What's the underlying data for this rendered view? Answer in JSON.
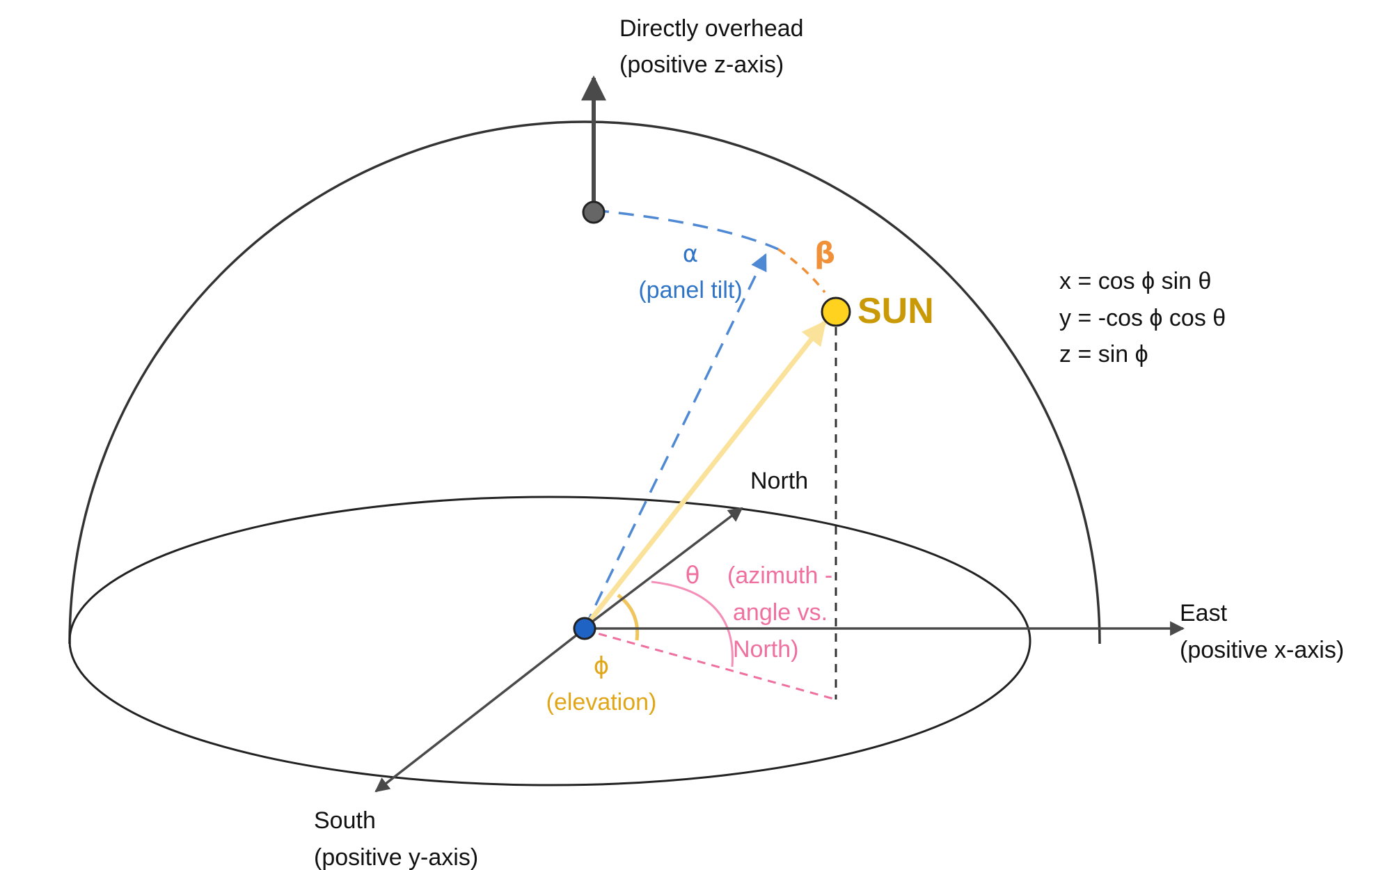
{
  "colors": {
    "axis": "#4a4a4a",
    "outline": "#333333",
    "tilt_blue": "#4f89d4",
    "tilt_text": "#2f74c6",
    "sun_fill": "#ffd21f",
    "sun_text": "#c99a06",
    "sun_ray": "#fbe29a",
    "beta_orange": "#f0913a",
    "azimuth_pink": "#ef6f9f",
    "elevation_gold": "#e0a618",
    "origin_blue": "#1f63c5",
    "overhead_grey": "#666666"
  },
  "labels": {
    "overhead_line1": "Directly overhead",
    "overhead_line2": "(positive z-axis)",
    "alpha_symbol": "α",
    "alpha_desc": "(panel tilt)",
    "beta_symbol": "β",
    "sun": "SUN",
    "north": "North",
    "east_line1": "East",
    "east_line2": "(positive x-axis)",
    "south_line1": "South",
    "south_line2": "(positive y-axis)",
    "theta_symbol": "θ",
    "azimuth_line1": "(azimuth -",
    "azimuth_line2": "angle vs.",
    "azimuth_line3": "North)",
    "phi_symbol": "ϕ",
    "elevation_desc": "(elevation)"
  },
  "equations": [
    "x = cos ϕ sin θ",
    "y = -cos ϕ cos θ",
    "z = sin ϕ"
  ]
}
